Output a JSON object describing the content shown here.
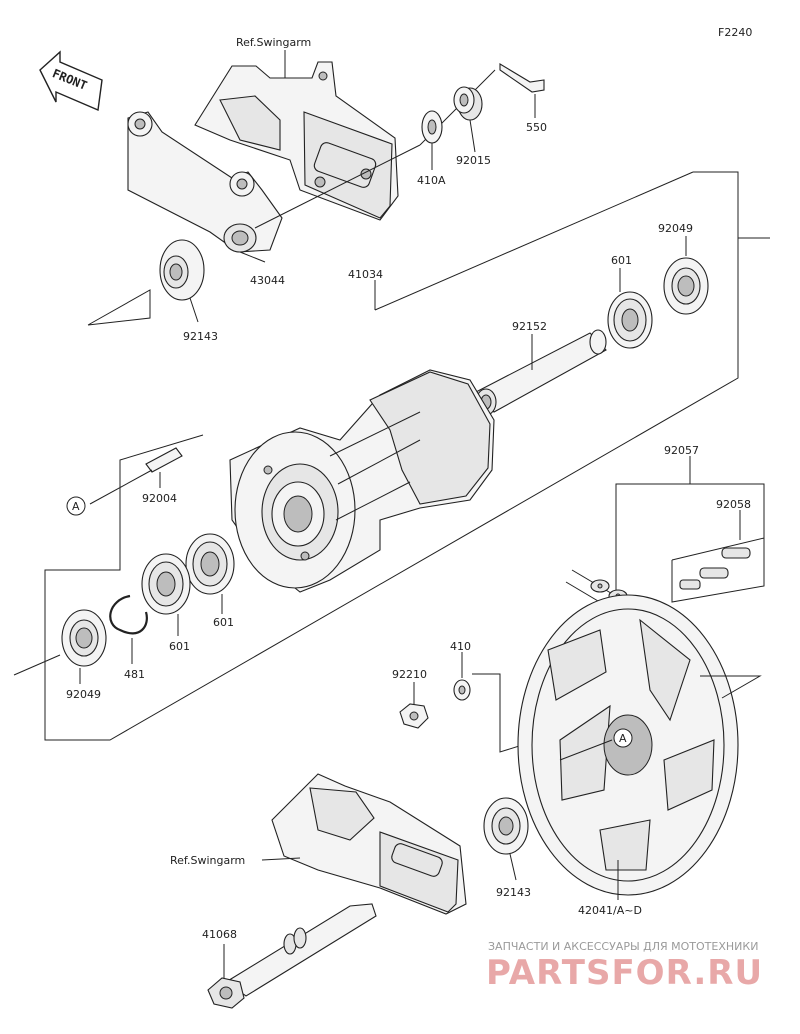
{
  "diagram_code": "F2240",
  "front_label": "FRONT",
  "ref_swingarm_top": "Ref.Swingarm",
  "ref_swingarm_bottom": "Ref.Swingarm",
  "callouts": {
    "p550": "550",
    "p92015": "92015",
    "p410A": "410A",
    "p43044": "43044",
    "p92143_top": "92143",
    "p41034": "41034",
    "p92049_top": "92049",
    "p601_top": "601",
    "p92152": "92152",
    "p92004": "92004",
    "p601_mid": "601",
    "p601_left": "601",
    "p481": "481",
    "p92049_left": "92049",
    "p92057": "92057",
    "p92058": "92058",
    "p410": "410",
    "p92210": "92210",
    "p92143_bottom": "92143",
    "p42041": "42041/A~D",
    "p41068": "41068"
  },
  "markers": {
    "a_left": "A",
    "a_right": "A"
  },
  "watermark": {
    "line1": "ЗАПЧАСТИ И АКСЕССУАРЫ ДЛЯ МОТОТЕХНИКИ",
    "line2": "PARTSFOR.RU"
  }
}
